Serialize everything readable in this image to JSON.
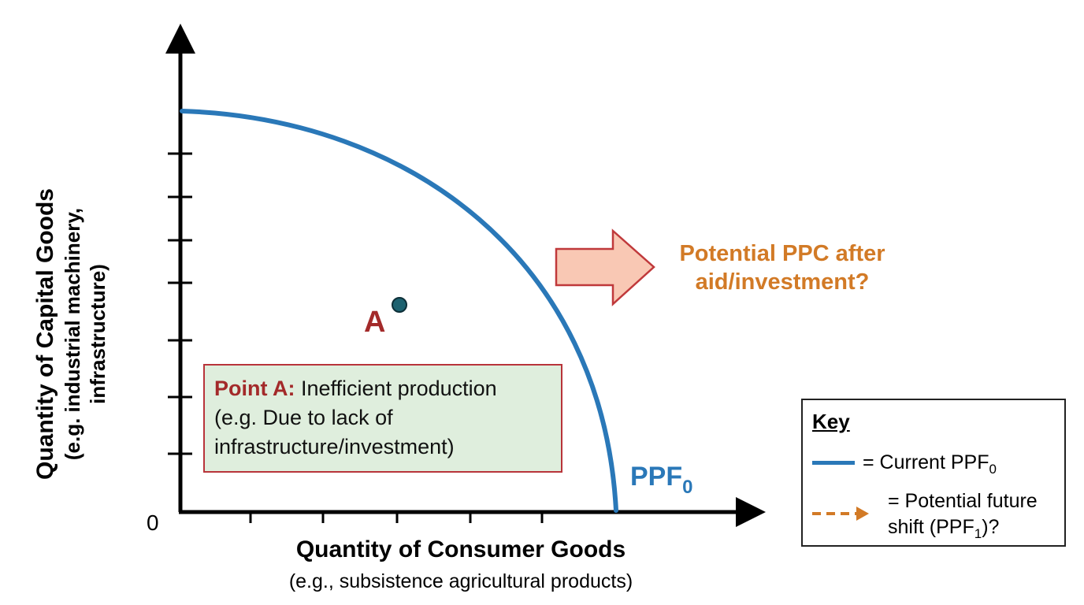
{
  "axes": {
    "origin_label": "0",
    "x_title": "Quantity of Consumer Goods",
    "x_subtitle": "(e.g., subsistence agricultural products)",
    "y_title_line1": "Quantity of Capital Goods",
    "y_title_line2": "(e.g. industrial machinery,",
    "y_title_line3": "infrastructure)"
  },
  "curve": {
    "label": "PPF",
    "label_subscript": "0",
    "color": "#2a78b8"
  },
  "point_a": {
    "label": "A",
    "marker_color": "#1d6270",
    "label_color": "#a32a2a"
  },
  "point_box": {
    "title": "Point A:",
    "line1_rest": " Inefficient production",
    "line2": "(e.g. Due to lack of",
    "line3": "infrastructure/investment)"
  },
  "callout": {
    "line1": "Potential PPC after",
    "line2": "aid/investment?",
    "color": "#d27a26",
    "arrow_fill": "#f9c8b4",
    "arrow_stroke": "#c0393b"
  },
  "key": {
    "title": "Key",
    "row1_text": "= Current PPF",
    "row1_sub": "0",
    "row2_line1": "= Potential future",
    "row2_line2_pre": "shift (PPF",
    "row2_line2_sub": "1",
    "row2_line2_post": ")?",
    "dash_color": "#d27a26"
  }
}
